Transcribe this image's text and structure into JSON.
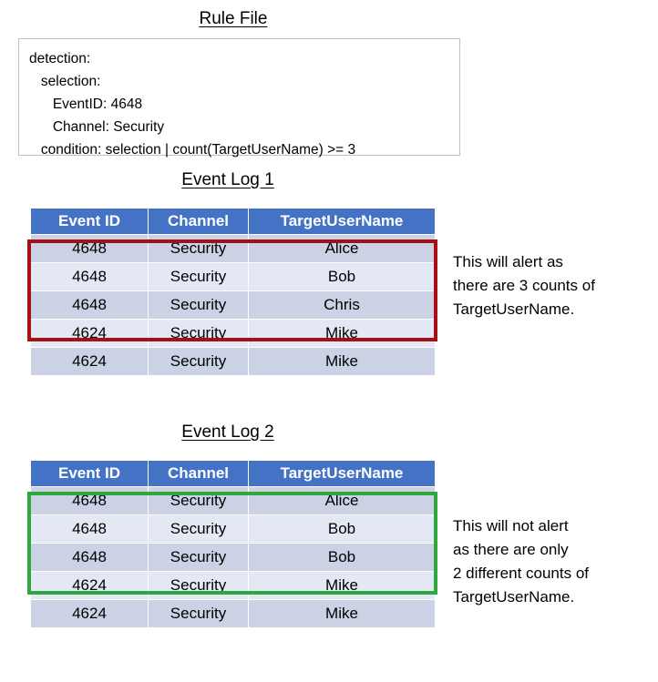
{
  "rule_file": {
    "title": "Rule File",
    "content": "detection:\n   selection:\n      EventID: 4648\n      Channel: Security\n   condition: selection | count(TargetUserName) >= 3"
  },
  "event_log_1": {
    "title": "Event Log 1",
    "columns": [
      "Event ID",
      "Channel",
      "TargetUserName"
    ],
    "rows": [
      [
        "4648",
        "Security",
        "Alice"
      ],
      [
        "4648",
        "Security",
        "Bob"
      ],
      [
        "4648",
        "Security",
        "Chris"
      ],
      [
        "4624",
        "Security",
        "Mike"
      ],
      [
        "4624",
        "Security",
        "Mike"
      ]
    ],
    "highlight_color": "#a60f13",
    "highlighted_rows": 3,
    "annotation": "This will alert as\nthere are 3 counts of\nTargetUserName."
  },
  "event_log_2": {
    "title": "Event Log 2",
    "columns": [
      "Event ID",
      "Channel",
      "TargetUserName"
    ],
    "rows": [
      [
        "4648",
        "Security",
        "Alice"
      ],
      [
        "4648",
        "Security",
        "Bob"
      ],
      [
        "4648",
        "Security",
        "Bob"
      ],
      [
        "4624",
        "Security",
        "Mike"
      ],
      [
        "4624",
        "Security",
        "Mike"
      ]
    ],
    "highlight_color": "#2ea83c",
    "highlighted_rows": 3,
    "annotation": "This will not alert\nas there are only\n2 different counts of\nTargetUserName."
  },
  "colors": {
    "header_blue": "#4472c4",
    "row_odd": "#ccd2e6",
    "row_even": "#e4e8f4",
    "alert_red": "#a60f13",
    "ok_green": "#2ea83c"
  }
}
